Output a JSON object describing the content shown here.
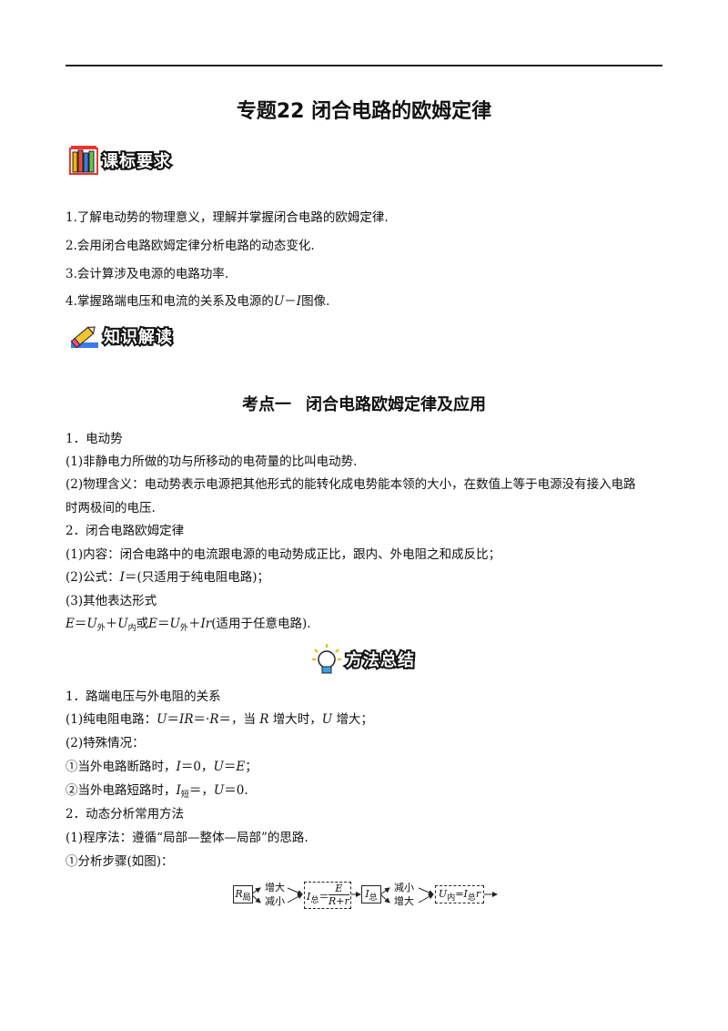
{
  "title": "专题22  闭合电路的欧姆定律",
  "badges": {
    "requirements": "课标要求",
    "knowledge": "知识解读",
    "method": "方法总结"
  },
  "requirements": [
    "1.了解电动势的物理意义，理解并掌握闭合电路的欧姆定律.",
    "2.会用闭合电路欧姆定律分析电路的动态变化.",
    "3.会计算涉及电源的电路功率.",
    "4.掌握路端电压和电流的关系及电源的",
    "图像."
  ],
  "section": {
    "label": "考点一",
    "name": "闭合电路欧姆定律及应用"
  },
  "kp": {
    "h1": "1．电动势",
    "p1": "(1)非静电力所做的功与所移动的电荷量的比叫电动势.",
    "p2a": "(2)物理含义：电动势表示电源把其他形式的能转化成电势能本领的大小，在数值上等于电源没有接入电路",
    "p2b": "时两极间的电压.",
    "h2": "2．闭合电路欧姆定律",
    "p3": "(1)内容：闭合电路中的电流跟电源的电动势成正比，跟内、外电阻之和成反比；",
    "p4": "(2)公式：",
    "p4b": "＝(只适用于纯电阻电路)；",
    "p5": "(3)其他表达形式",
    "p6": "(适用于任意电路)."
  },
  "method": {
    "h1": "1．路端电压与外电阻的关系",
    "p1a": "(1)纯电阻电路：",
    "p1b": "，当",
    "p1c": "增大时，",
    "p1d": "增大；",
    "p2": "(2)特殊情况：",
    "p3a": "①当外电路断路时，",
    "p3b": "＝0，",
    "p4a": "②当外电路短路时，",
    "p4b": "＝，",
    "p4c": "＝0.",
    "h2": "2．动态分析常用方法",
    "p5": "(1)程序法：遵循“局部—整体—局部”的思路.",
    "p6": "①分析步骤(如图)："
  },
  "flow": {
    "increase": "增大",
    "decrease": "减小"
  }
}
